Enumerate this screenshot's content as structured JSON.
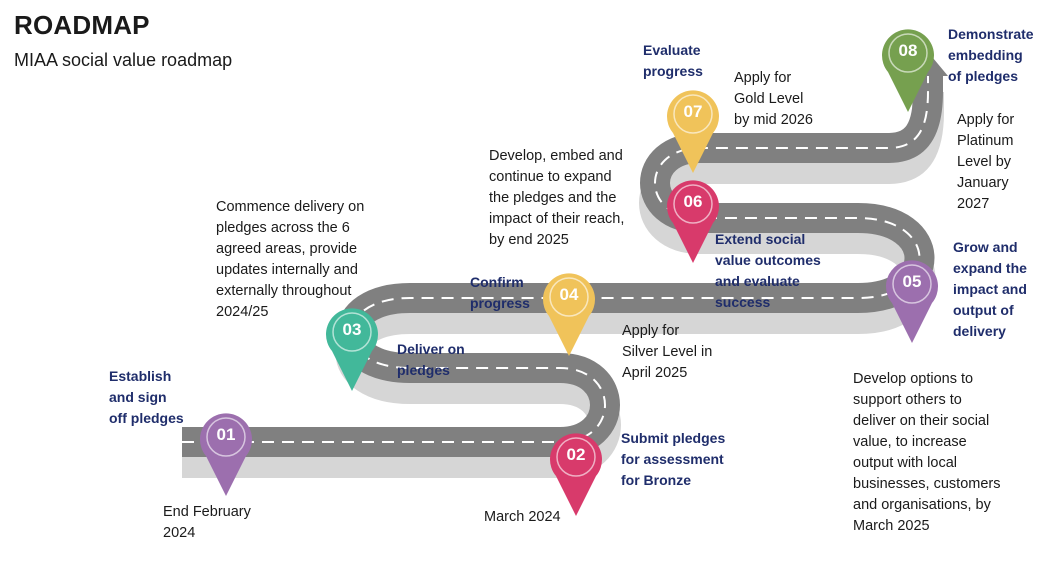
{
  "header": {
    "title": "ROADMAP",
    "subtitle": "MIAA social value roadmap"
  },
  "colors": {
    "road": "#808080",
    "road_shadow": "#d6d6d6",
    "lane": "#ffffff",
    "heading": "#1f2d6b"
  },
  "milestones": [
    {
      "number": "01",
      "color": "#9c6fae",
      "icon": "map-pin",
      "action": "Establish\nand sign\noff pledges",
      "timing": "End February\n2024"
    },
    {
      "number": "02",
      "color": "#d83a6b",
      "icon": "map-pin",
      "action": "Submit pledges\nfor assessment\nfor Bronze",
      "timing": "March 2024"
    },
    {
      "number": "03",
      "color": "#42b89a",
      "icon": "map-pin",
      "action": "Deliver on\npledges",
      "timing": "Commence delivery on\npledges across the 6\nagreed areas, provide\nupdates internally and\nexternally throughout\n2024/25"
    },
    {
      "number": "04",
      "color": "#f0c35a",
      "icon": "map-pin",
      "action": "Confirm\nprogress",
      "timing": "Apply for\nSilver Level in\nApril 2025"
    },
    {
      "number": "05",
      "color": "#9c6fae",
      "icon": "map-pin",
      "action": "Grow and\nexpand the\nimpact and\noutput of\ndelivery",
      "timing": "Develop options to\nsupport others to\ndeliver on their social\nvalue, to increase\noutput with local\nbusinesses, customers\nand organisations, by\nMarch 2025"
    },
    {
      "number": "06",
      "color": "#d83a6b",
      "icon": "map-pin",
      "action": "Extend social\nvalue outcomes\nand evaluate\nsuccess",
      "timing": "Develop, embed and\ncontinue to expand\nthe pledges and the\nimpact of their reach,\nby end 2025"
    },
    {
      "number": "07",
      "color": "#f0c35a",
      "icon": "map-pin",
      "action": "Evaluate\nprogress",
      "timing": "Apply for\nGold Level\nby mid 2026"
    },
    {
      "number": "08",
      "color": "#76a04f",
      "icon": "map-pin",
      "action": "Demonstrate\nembedding\nof pledges",
      "timing": "Apply for\nPlatinum\nLevel by\nJanuary\n2027"
    }
  ]
}
